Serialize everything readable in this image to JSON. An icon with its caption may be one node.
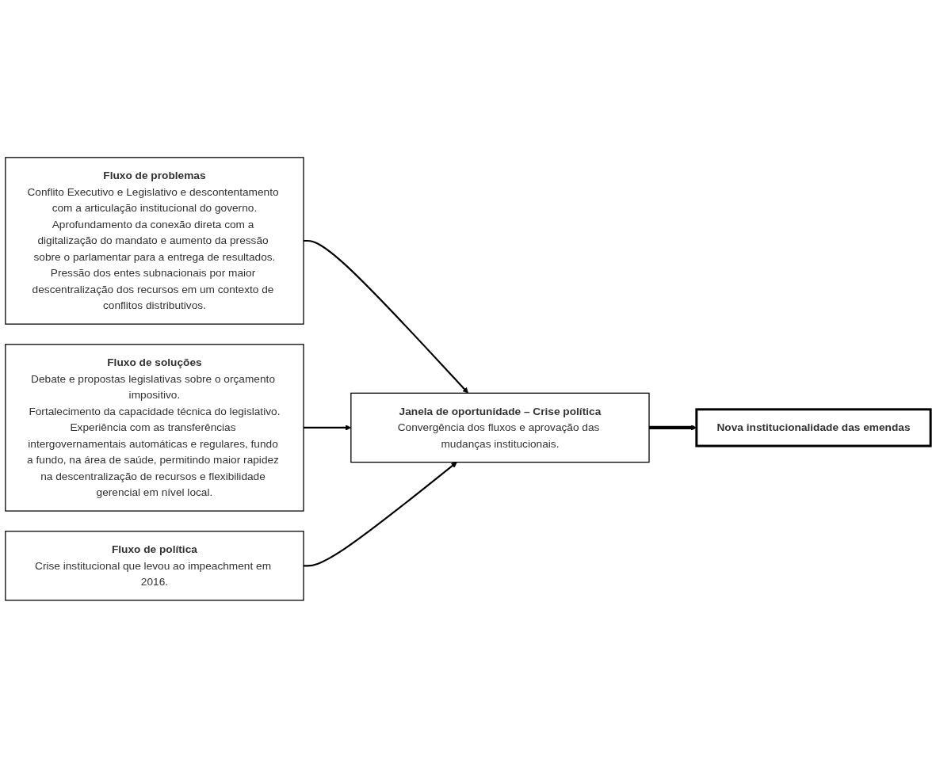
{
  "diagram": {
    "nodes": [
      {
        "text": [
          "Fluxo de problemas",
          "Conflito Executivo e Legislativo e descontentamento com a articulação institucional do governo.",
          "Aprofundamento da conexão direta com a digitalização do mandato e aumento da pressão sobre o parlamentar para a entrega de resultados.",
          "Pressão dos entes subnacionais por maior descentralização dos recursos em um contexto de conflitos distributivos."
        ]
      },
      {
        "text": [
          "Fluxo de soluções",
          "Debate e propostas legislativas sobre o orçamento impositivo.",
          "Fortalecimento da capacidade técnica do legislativo.",
          "Experiência com as transferências intergovernamentais automáticas e regulares, fundo a fundo, na área de saúde, permitindo maior rapidez na descentralização de recursos e flexibilidade gerencial em nível local."
        ]
      },
      {
        "text": [
          "Fluxo de política",
          "Crise institucional que levou ao impeachment em 2016."
        ]
      },
      {
        "text": [
          "Janela de oportunidade – Crise política",
          "Convergência dos fluxos e aprovação das mudanças institucionais."
        ]
      },
      {
        "text": [
          "Nova institucionalidade das emendas"
        ]
      }
    ],
    "edges": [
      {
        "from": 0,
        "to": 3,
        "arrow": "to"
      },
      {
        "from": 1,
        "to": 3,
        "arrow": "to"
      },
      {
        "from": 2,
        "to": 3,
        "arrow": "to"
      },
      {
        "from": 3,
        "to": 4,
        "arrow": "to",
        "style": "thick"
      }
    ]
  }
}
